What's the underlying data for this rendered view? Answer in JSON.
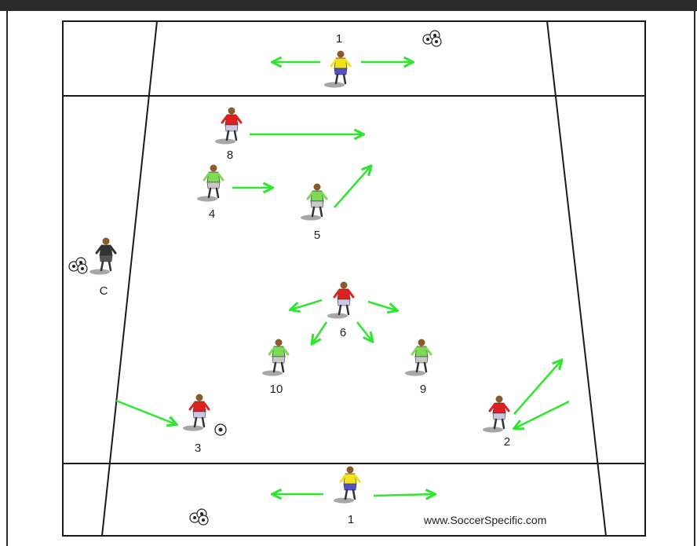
{
  "diagram": {
    "players": {
      "gk_top": {
        "number": "1",
        "kit": "yellow"
      },
      "p8": {
        "number": "8",
        "kit": "red"
      },
      "p4": {
        "number": "4",
        "kit": "green"
      },
      "p5": {
        "number": "5",
        "kit": "green"
      },
      "coach": {
        "number": "C",
        "kit": "black"
      },
      "p6": {
        "number": "6",
        "kit": "red"
      },
      "p10": {
        "number": "10",
        "kit": "green"
      },
      "p9": {
        "number": "9",
        "kit": "green"
      },
      "p3": {
        "number": "3",
        "kit": "red"
      },
      "p2": {
        "number": "2",
        "kit": "red"
      },
      "gk_bottom": {
        "number": "1",
        "kit": "yellow"
      }
    },
    "watermark": "www.SoccerSpecific.com",
    "colors": {
      "arrow": "#2ee62e",
      "line": "#1a1a1a",
      "red_kit": "#e02020",
      "green_kit": "#7ed957",
      "yellow_kit": "#f2e21a",
      "shorts": "#c8c8e6",
      "shadow": "#8a8a8a"
    }
  }
}
